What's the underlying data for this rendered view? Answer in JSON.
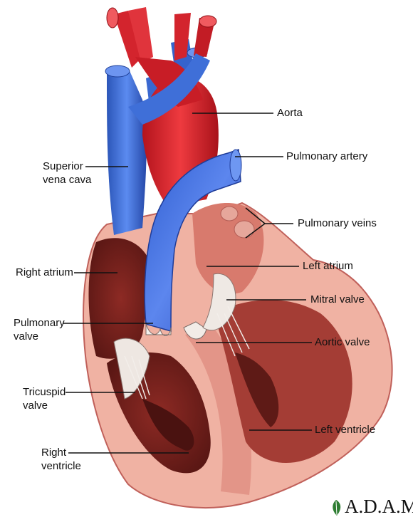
{
  "labels": {
    "aorta": "Aorta",
    "pulmonary_artery": "Pulmonary artery",
    "superior_vena_cava": "Superior\nvena cava",
    "pulmonary_veins": "Pulmonary veins",
    "right_atrium": "Right atrium",
    "left_atrium": "Left atrium",
    "mitral_valve": "Mitral valve",
    "pulmonary_valve": "Pulmonary\nvalve",
    "aortic_valve": "Aortic valve",
    "tricuspid_valve": "Tricuspid\nvalve",
    "left_ventricle": "Left ventricle",
    "right_ventricle": "Right\nventricle"
  },
  "logo": {
    "text": "A.D.A.M."
  },
  "colors": {
    "vein_blue": "#3d6fd6",
    "artery_red": "#d9212b",
    "muscle": "#b8443f",
    "wall_pink": "#f1b3a6",
    "chamber_dark": "#6e1f1c",
    "valve_white": "#efe9e4"
  }
}
